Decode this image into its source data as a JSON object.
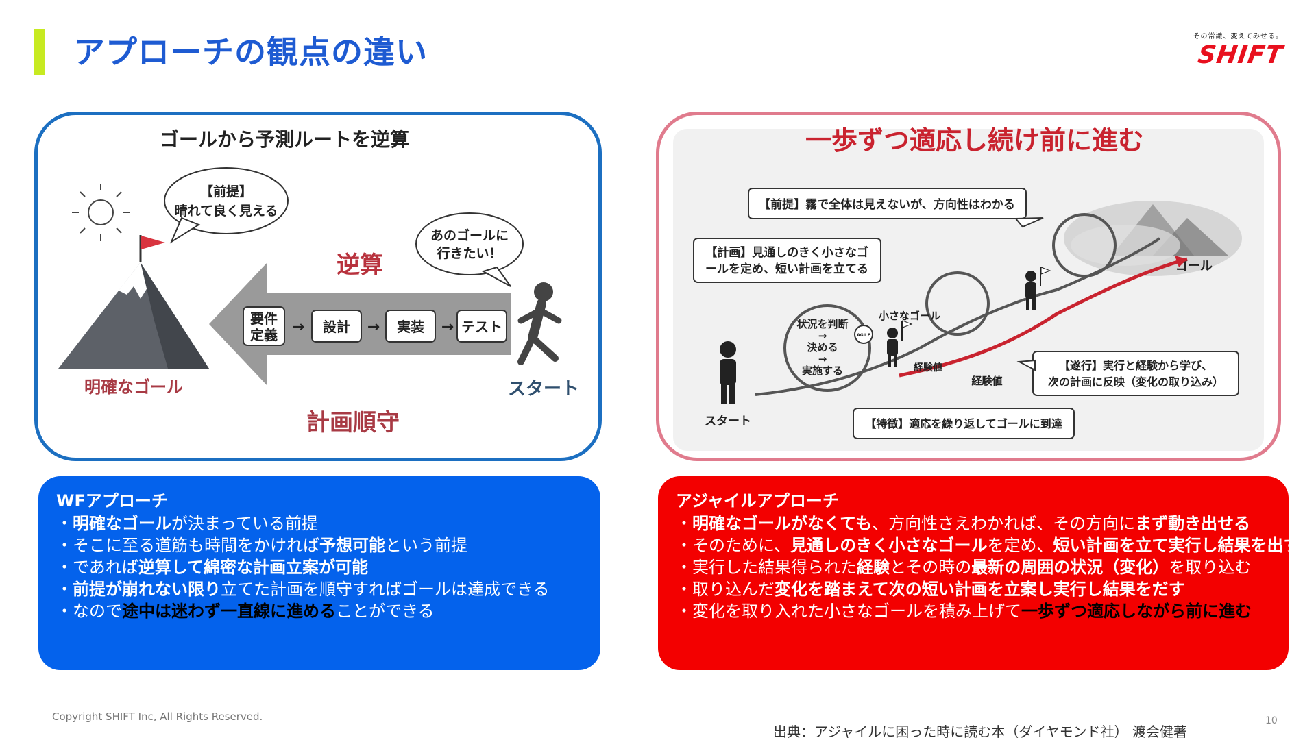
{
  "title": "アプローチの観点の違い",
  "logo": {
    "tagline": "その常識、変えてみせる。",
    "wordmark": "SHIFT"
  },
  "left_figure": {
    "heading": "ゴールから予測ルートを逆算",
    "bubble_premise_1": "【前提】",
    "bubble_premise_2": "晴れて良く見える",
    "bubble_wish_1": "あのゴールに",
    "bubble_wish_2": "行きたい！",
    "reverse": "逆算",
    "steps": [
      "要件\n定義",
      "設計",
      "実装",
      "テスト"
    ],
    "goal_label": "明確なゴール",
    "start_label": "スタート",
    "plan_label": "計画順守"
  },
  "right_figure": {
    "heading": "一歩ずつ適応し続け前に進む",
    "premise": "【前提】霧で全体は見えないが、方向性はわかる",
    "plan_1": "【計画】見通しのきく小さなゴ",
    "plan_2": "ールを定め、短い計画を立てる",
    "cycle_1": "状況を判断",
    "cycle_arrow": "→",
    "cycle_2": "決める",
    "cycle_3": "実施する",
    "agile_badge": "AGILE",
    "small_goal": "小さなゴール",
    "experience_1": "経験値",
    "experience_2": "経験値",
    "execute_1": "【遂行】実行と経験から学び、",
    "execute_2": "次の計画に反映（変化の取り込み）",
    "feature": "【特徴】適応を繰り返してゴールに到達",
    "goal_label": "ゴール",
    "start_label": "スタート"
  },
  "wf_box": {
    "title": "WFアプローチ",
    "items": [
      [
        {
          "t": "・",
          "s": ""
        },
        {
          "t": "明確なゴール",
          "s": "b"
        },
        {
          "t": "が決まっている前提",
          "s": ""
        }
      ],
      [
        {
          "t": "・そこに至る道筋も時間をかければ",
          "s": ""
        },
        {
          "t": "予想可能",
          "s": "b"
        },
        {
          "t": "という前提",
          "s": ""
        }
      ],
      [
        {
          "t": "・であれば",
          "s": ""
        },
        {
          "t": "逆算して綿密な計画立案が可能",
          "s": "b"
        }
      ],
      [
        {
          "t": "・",
          "s": ""
        },
        {
          "t": "前提が崩れない限り",
          "s": "b"
        },
        {
          "t": "立てた計画を順守すればゴールは達成できる",
          "s": ""
        }
      ],
      [
        {
          "t": "・なので",
          "s": ""
        },
        {
          "t": "途中は迷わず一直線に進める",
          "s": "k"
        },
        {
          "t": "ことができる",
          "s": ""
        }
      ]
    ]
  },
  "agile_box": {
    "title": "アジャイルアプローチ",
    "items": [
      [
        {
          "t": "・",
          "s": ""
        },
        {
          "t": "明確なゴールがなくても",
          "s": "b"
        },
        {
          "t": "、方向性さえわかれば、その方向に",
          "s": ""
        },
        {
          "t": "まず動き出せる",
          "s": "b"
        }
      ],
      [
        {
          "t": "・そのために、",
          "s": ""
        },
        {
          "t": "見通しのきく小さなゴール",
          "s": "b"
        },
        {
          "t": "を定め、",
          "s": ""
        },
        {
          "t": "短い計画を立て実行し結果を出す",
          "s": "b"
        }
      ],
      [
        {
          "t": "・実行した結果得られた",
          "s": ""
        },
        {
          "t": "経験",
          "s": "b"
        },
        {
          "t": "とその時の",
          "s": ""
        },
        {
          "t": "最新の周囲の状況（変化）",
          "s": "b"
        },
        {
          "t": "を取り込む",
          "s": ""
        }
      ],
      [
        {
          "t": "・取り込んだ",
          "s": ""
        },
        {
          "t": "変化を踏まえて次の短い計画を立案し実行し結果をだす",
          "s": "b"
        }
      ],
      [
        {
          "t": "・変化を取り入れた小さなゴールを積み上げて",
          "s": ""
        },
        {
          "t": "一歩ずつ適応しながら前に進む",
          "s": "k"
        }
      ]
    ]
  },
  "footer": {
    "copyright": "Copyright SHIFT Inc, All Rights Reserved.",
    "source": "出典：アジャイルに困った時に読む本（ダイヤモンド社） 渡会健著",
    "page": "10"
  },
  "colors": {
    "title": "#1e5bd2",
    "accent_bar": "#c7ea21",
    "wf_blue": "#0462ec",
    "agile_red": "#f30000",
    "left_frame": "#1c6fc1",
    "right_frame": "#e07b8d"
  }
}
